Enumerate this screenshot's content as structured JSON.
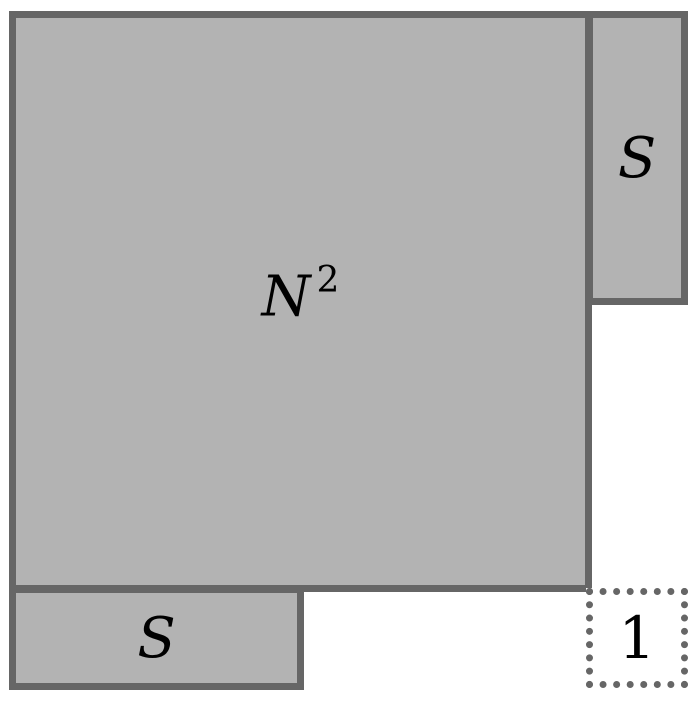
{
  "diagram": {
    "type": "area-decomposition",
    "colors": {
      "fill": "#b3b3b3",
      "stroke": "#666666",
      "text": "#000000"
    },
    "big_square": {
      "label_base": "N",
      "label_exponent": "2"
    },
    "right_strip": {
      "label": "S"
    },
    "bottom_strip": {
      "label": "S"
    },
    "corner_unit": {
      "label": "1",
      "style": "dotted"
    }
  }
}
